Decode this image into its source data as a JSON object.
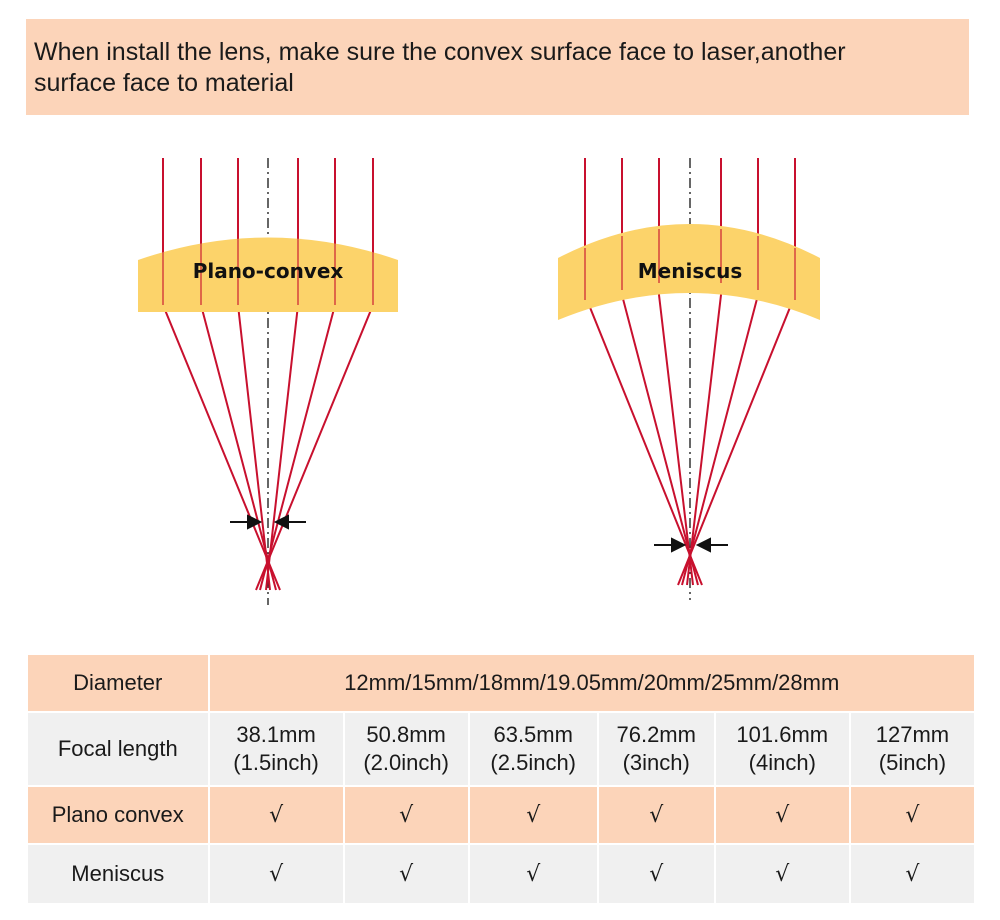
{
  "note": {
    "line1": "When install the lens, make sure the convex surface face to laser,another",
    "line2": "surface face to material"
  },
  "lenses": [
    {
      "label": "Plano-convex"
    },
    {
      "label": "Meniscus"
    }
  ],
  "colors": {
    "note_bg": "#fcd4b9",
    "lens_fill": "#fcd36a",
    "beam": "#c8102e",
    "table_peach": "#fcd4b9",
    "table_grey": "#f0f0f0"
  },
  "table": {
    "diameter_label": "Diameter",
    "diameter_value": "12mm/15mm/18mm/19.05mm/20mm/25mm/28mm",
    "focal_label": "Focal length",
    "focal_lengths": [
      {
        "mm": "38.1mm",
        "inch": "(1.5inch)"
      },
      {
        "mm": "50.8mm",
        "inch": "(2.0inch)"
      },
      {
        "mm": "63.5mm",
        "inch": "(2.5inch)"
      },
      {
        "mm": "76.2mm",
        "inch": "(3inch)"
      },
      {
        "mm": "101.6mm",
        "inch": "(4inch)"
      },
      {
        "mm": "127mm",
        "inch": "(5inch)"
      }
    ],
    "plano_label": "Plano convex",
    "plano_checks": [
      "√",
      "√",
      "√",
      "√",
      "√",
      "√"
    ],
    "meniscus_label": "Meniscus",
    "meniscus_checks": [
      "√",
      "√",
      "√",
      "√",
      "√",
      "√"
    ]
  }
}
